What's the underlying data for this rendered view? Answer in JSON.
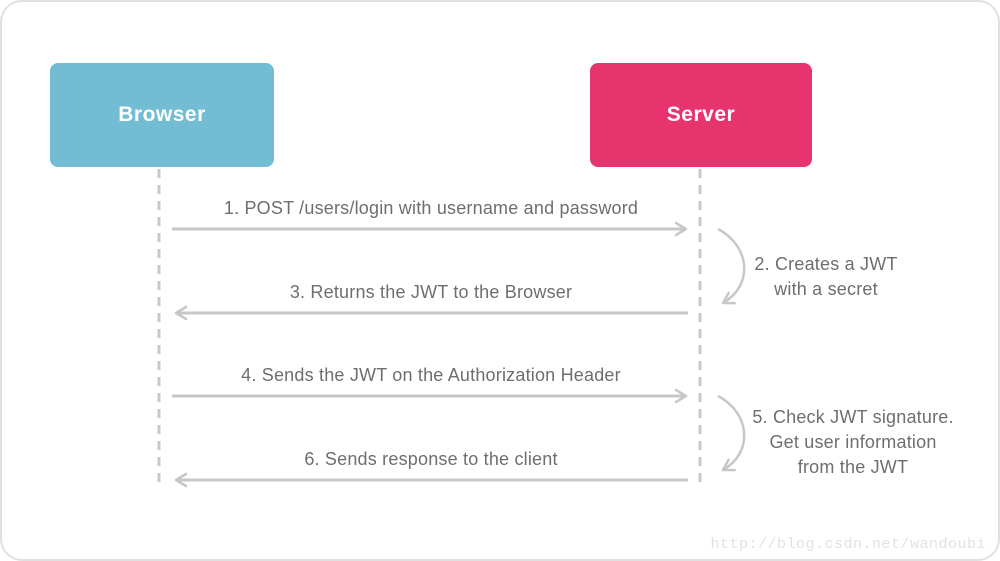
{
  "diagram": {
    "actors": {
      "browser": {
        "label": "Browser"
      },
      "server": {
        "label": "Server"
      }
    },
    "messages": {
      "msg1": "1. POST /users/login with username and password",
      "msg2_line1": "2. Creates a JWT",
      "msg2_line2": "with a secret",
      "msg3": "3. Returns the JWT to the Browser",
      "msg4": "4. Sends the JWT on the Authorization Header",
      "msg5_line1": "5. Check JWT signature.",
      "msg5_line2": "Get user information",
      "msg5_line3": "from the JWT",
      "msg6": "6. Sends response to the client"
    },
    "watermark": "http://blog.csdn.net/wandoubi"
  },
  "colors": {
    "browser_box": "#73bdd4",
    "server_box": "#e7346e",
    "actor_text": "#ffffff",
    "message_text": "#6d6e70",
    "arrow": "#c6c7c8",
    "lifeline": "#c9c9c9",
    "watermark_text": "#e2e2e2",
    "card_border": "#e0e0e0",
    "background": "#ffffff"
  }
}
